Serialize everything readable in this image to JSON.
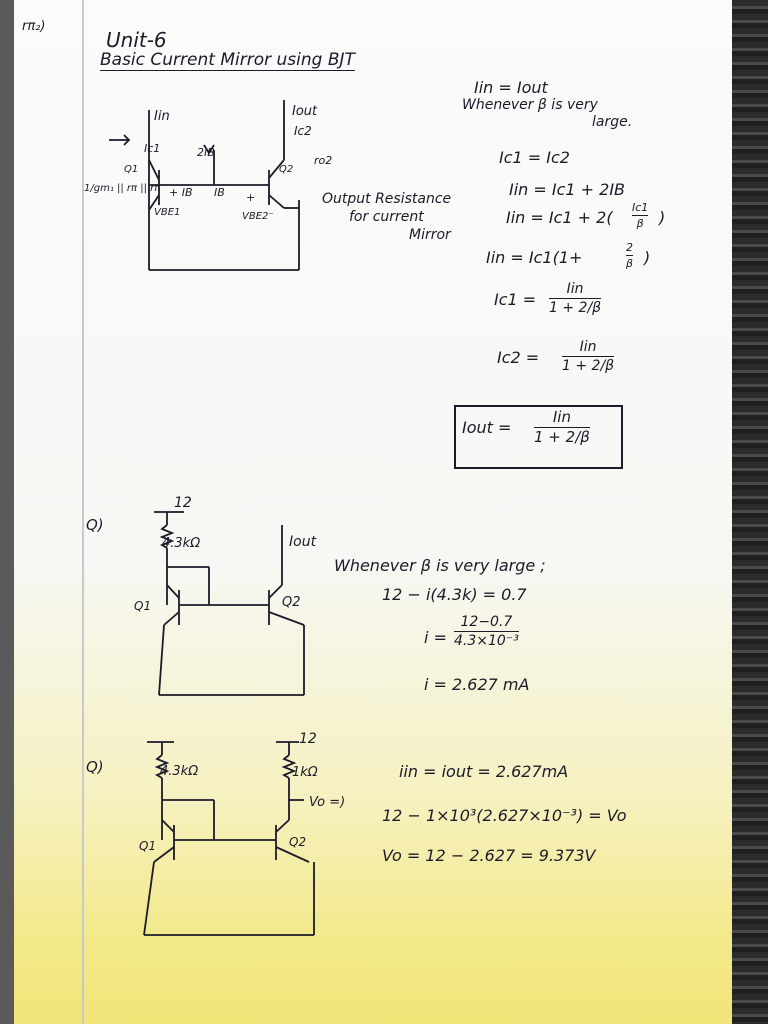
{
  "page": {
    "corner_note": "rπ₂)",
    "heading": "Unit-6",
    "title": "Basic Current Mirror using BJT"
  },
  "circuit1": {
    "lbl_iin": "Iin",
    "lbl_iout": "Iout",
    "lbl_ic2": "Ic2",
    "lbl_ro2": "ro2",
    "lbl_ic1": "Ic1",
    "lbl_2ib": "2IB",
    "lbl_q1": "Q1",
    "lbl_q2": "Q2",
    "lbl_ib1": "+ IB",
    "lbl_ib2": "IB",
    "lbl_plus": "+",
    "lbl_gm": "1/gm₁ || rπ || rπ",
    "lbl_vbe1": "VBE1",
    "lbl_vbe2": "VBE2⁻"
  },
  "derivation": {
    "l1": "Iin = Iout",
    "l2": "Whenever β is very",
    "l3": "large.",
    "l4": "Ic1 = Ic2",
    "l5": "Iin = Ic1 + 2IB",
    "l6a": "Iin = Ic1 + 2(",
    "l6num": "Ic1",
    "l6den": "β",
    "l6b": ")",
    "l7a": "Iin = Ic1(1+",
    "l7num": "2",
    "l7den": "β",
    "l7b": ")",
    "l8a": "Ic1 =",
    "l8num": "Iin",
    "l8den": "1 + 2/β",
    "l9a": "Ic2 =",
    "l9num": "Iin",
    "l9den": "1 + 2/β",
    "boxa": "Iout =",
    "boxnum": "Iin",
    "boxden": "1 + 2/β"
  },
  "output_resistance": {
    "l1": "Output Resistance",
    "l2": "for current",
    "l3": "Mirror"
  },
  "q1": {
    "label": "Q)",
    "supply": "12",
    "resistor": "4.3kΩ",
    "iout": "Iout",
    "t1": "Q1",
    "t2": "Q2",
    "s1": "Whenever β is very large ;",
    "s2": "12 − i(4.3k) = 0.7",
    "s3a": "i =",
    "s3num": "12−0.7",
    "s3den": "4.3×10⁻³",
    "s4": "i = 2.627 mA"
  },
  "q2": {
    "label": "Q)",
    "supply": "12",
    "r1": "4.3kΩ",
    "r2": "1kΩ",
    "vo": "Vo =)",
    "t1": "Q1",
    "t2": "Q2",
    "s1": "iin = iout = 2.627mA",
    "s2": "12 − 1×10³(2.627×10⁻³) = Vo",
    "s3": "Vo = 12 − 2.627 = 9.373V"
  },
  "colors": {
    "ink": "#1b1b2a",
    "paper": "#fbfbfb",
    "highlight": "#f1e478"
  }
}
